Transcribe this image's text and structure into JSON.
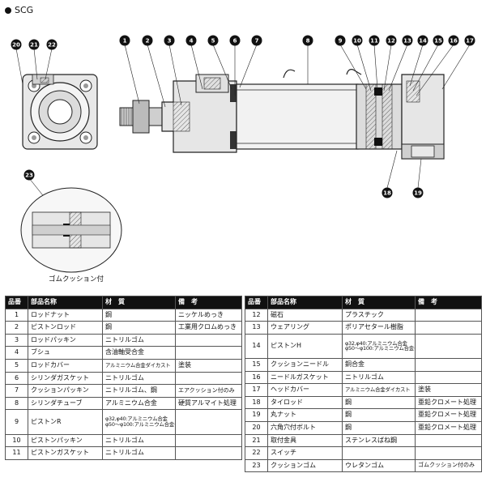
{
  "series_label": "SCG",
  "detail_caption": "ゴムクッション付",
  "callout_numbers": [
    "1",
    "2",
    "3",
    "4",
    "5",
    "6",
    "7",
    "8",
    "9",
    "10",
    "11",
    "12",
    "13",
    "14",
    "15",
    "16",
    "17",
    "18",
    "19",
    "20",
    "21",
    "22",
    "23"
  ],
  "table_headers": {
    "no": "品番",
    "name": "部品名称",
    "material": "材　質",
    "note": "備　考"
  },
  "parts_left": [
    {
      "no": "1",
      "name": "ロッドナット",
      "material": [
        "鋼"
      ],
      "note": "ニッケルめっき"
    },
    {
      "no": "2",
      "name": "ピストンロッド",
      "material": [
        "鋼"
      ],
      "note": "工業用クロムめっき"
    },
    {
      "no": "3",
      "name": "ロッドパッキン",
      "material": [
        "ニトリルゴム"
      ],
      "note": ""
    },
    {
      "no": "4",
      "name": "ブシュ",
      "material": [
        "含油軸受合金"
      ],
      "note": ""
    },
    {
      "no": "5",
      "name": "ロッドカバー",
      "material": [
        "アルミニウム合金ダイカスト"
      ],
      "note": "塗装"
    },
    {
      "no": "6",
      "name": "シリンダガスケット",
      "material": [
        "ニトリルゴム"
      ],
      "note": ""
    },
    {
      "no": "7",
      "name": "クッションパッキン",
      "material": [
        "ニトリルゴム、鋼"
      ],
      "note": "エアクッション付のみ"
    },
    {
      "no": "8",
      "name": "シリンダチューブ",
      "material": [
        "アルミニウム合金"
      ],
      "note": "硬質アルマイト処理"
    },
    {
      "no": "9",
      "name": "ピストンR",
      "material": [
        "φ32,φ40:アルミニウム合金",
        "φ50～φ100:アルミニウム合金ダイカスト"
      ],
      "note": ""
    },
    {
      "no": "10",
      "name": "ピストンパッキン",
      "material": [
        "ニトリルゴム"
      ],
      "note": ""
    },
    {
      "no": "11",
      "name": "ピストンガスケット",
      "material": [
        "ニトリルゴム"
      ],
      "note": ""
    }
  ],
  "parts_right": [
    {
      "no": "12",
      "name": "磁石",
      "material": [
        "プラスチック"
      ],
      "note": ""
    },
    {
      "no": "13",
      "name": "ウェアリング",
      "material": [
        "ポリアセタール樹脂"
      ],
      "note": ""
    },
    {
      "no": "14",
      "name": "ピストンH",
      "material": [
        "φ32,φ40:アルミニウム合金",
        "φ50～φ100:アルミニウム合金ダイカスト"
      ],
      "note": ""
    },
    {
      "no": "15",
      "name": "クッションニードル",
      "material": [
        "銅合金"
      ],
      "note": ""
    },
    {
      "no": "16",
      "name": "ニードルガスケット",
      "material": [
        "ニトリルゴム"
      ],
      "note": ""
    },
    {
      "no": "17",
      "name": "ヘッドカバー",
      "material": [
        "アルミニウム合金ダイカスト"
      ],
      "note": "塗装"
    },
    {
      "no": "18",
      "name": "タイロッド",
      "material": [
        "鋼"
      ],
      "note": "亜鉛クロメート処理"
    },
    {
      "no": "19",
      "name": "丸ナット",
      "material": [
        "鋼"
      ],
      "note": "亜鉛クロメート処理"
    },
    {
      "no": "20",
      "name": "六角穴付ボルト",
      "material": [
        "鋼"
      ],
      "note": "亜鉛クロメート処理"
    },
    {
      "no": "21",
      "name": "取付金具",
      "material": [
        "ステンレスばね鋼"
      ],
      "note": ""
    },
    {
      "no": "22",
      "name": "スイッチ",
      "material": [
        ""
      ],
      "note": ""
    },
    {
      "no": "23",
      "name": "クッションゴム",
      "material": [
        "ウレタンゴム"
      ],
      "note": "ゴムクッション付のみ"
    }
  ]
}
